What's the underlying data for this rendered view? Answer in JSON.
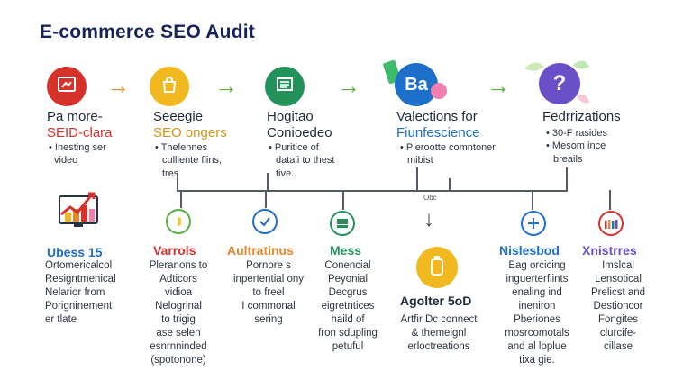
{
  "title": "E-commerce SEO Audit",
  "colors": {
    "navy": "#16245a",
    "red": "#d6322c",
    "orange": "#e8862a",
    "yellow": "#f2b81f",
    "green": "#23925a",
    "blue": "#1d6fc9",
    "purple": "#6a4fc9"
  },
  "top_steps": [
    {
      "icon": "browser-icon",
      "head": "Pa more-",
      "sub": "SEID-clara",
      "text": [
        "• Inesting ser",
        "video"
      ]
    },
    {
      "icon": "shopping-bag-icon",
      "head": "Seeegie",
      "sub": "SEO ongers",
      "text": [
        "• Thelennes",
        "culllente flins,",
        "tres"
      ]
    },
    {
      "icon": "document-icon",
      "head": "Hogitao",
      "sub": "Conioedeo",
      "text": [
        "• Puritice of",
        "datali to thest",
        "tive."
      ]
    },
    {
      "icon": "ba-badge-icon",
      "badge": "Ba",
      "head": "Valections for",
      "sub": "Fiunfescience",
      "text": [
        "• Plerootte comntoner",
        "mibist"
      ]
    },
    {
      "icon": "question-icon",
      "head": "Fedrrizations",
      "sub": "",
      "text": [
        "• 30-F rasides",
        "• Mesom ince",
        "breails"
      ]
    }
  ],
  "center_node": {
    "label": "Agolter 5oD",
    "text": [
      "Artfir Dc connect",
      "& themeignl",
      "erloctreations"
    ],
    "small_label": "Obc"
  },
  "bottom_cards": [
    {
      "icon": "chart-icon",
      "title": "Ubess 15",
      "text": [
        "Ortomericalcol",
        "Resigntmenical",
        "Nelarior from",
        "Porigninement",
        "er tlate"
      ]
    },
    {
      "icon": "gauge-icon",
      "title": "Varrols",
      "text": [
        "Pleranons to",
        "Adticors",
        "vidioa",
        "Nelogrinal",
        "to trigig",
        "ase selen",
        "esnrnninded",
        "(spotonone)"
      ]
    },
    {
      "icon": "check-icon",
      "title": "Aultratinus",
      "text": [
        "Pornore s",
        "inpertential ony",
        "to freel",
        "I commonal",
        "sering"
      ]
    },
    {
      "icon": "grid-icon",
      "title": "Mess",
      "text": [
        "Conencial",
        "Peyonial",
        "Decgrus",
        "eigretntices",
        "haild of",
        "fron sdupling",
        "petuful"
      ]
    },
    {
      "icon": "plus-icon",
      "title": "Nislesbod",
      "text": [
        "Eag orcicing",
        "inguerterfiints",
        "enaling ind",
        "ineniron",
        "Pberiones",
        "mosrcomotals",
        "and al loplue",
        "tixa gie."
      ]
    },
    {
      "icon": "bars-icon",
      "title": "Xnistrres",
      "text": [
        "Imslcal",
        "Lensotical",
        "Prelicst and",
        "Destioncor",
        "Fongites",
        "clurcife-",
        "cillase"
      ]
    }
  ]
}
